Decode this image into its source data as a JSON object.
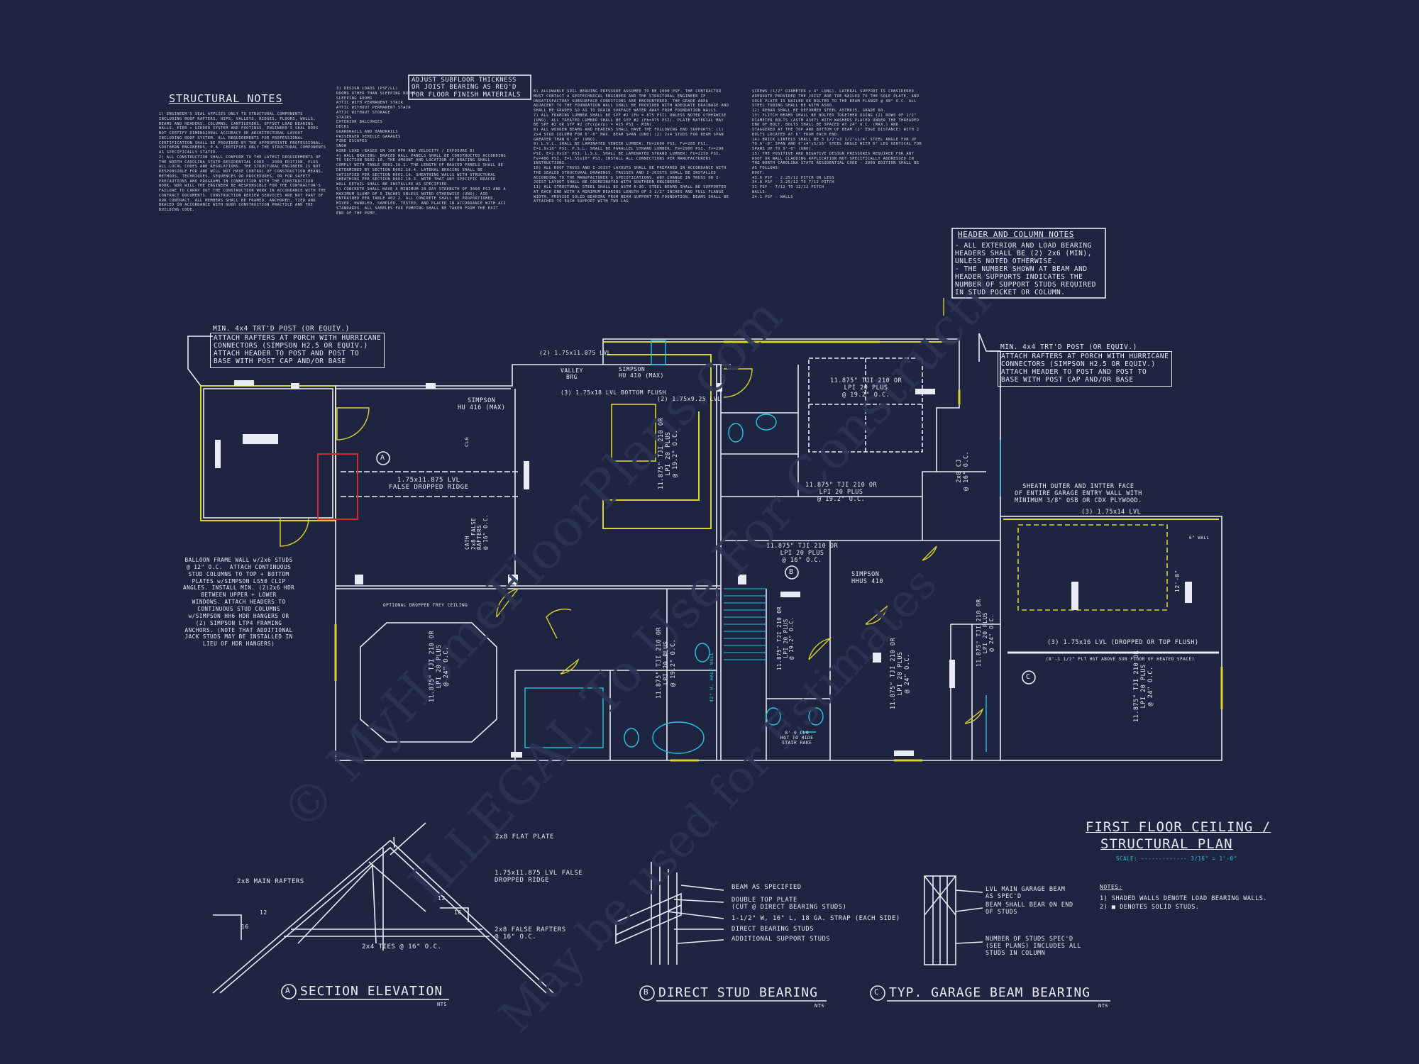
{
  "watermarks": [
    "© MyHomeFloorPlans.com",
    "ILLEGAL To Use For Construction",
    "May be used for Estimates"
  ],
  "colors": {
    "background": "#1f2540",
    "line": "#e8ebf3",
    "yellow": "#d9d42a",
    "cyan": "#25c6e0",
    "red": "#d42a2a"
  },
  "structural_notes": {
    "title": "STRUCTURAL NOTES",
    "col1": "1) ENGINEER'S SEAL APPLIES ONLY TO STRUCTURAL COMPONENTS INCLUDING ROOF RAFTERS, HIPS, VALLEYS, RIDGES, FLOORS, WALLS, BEAMS AND HEADERS, COLUMNS, CANTILEVERS, OFFSET LOAD BEARING WALLS, PIER + GIRDER SYSTEM AND FOOTINGS. ENGINEER'S SEAL DOES NOT CERTIFY DIMENSIONAL ACCURACY OR ARCHITECTURAL LAYOUT INCLUDING ROOF SYSTEM. ALL REQUIREMENTS FOR PROFESSIONAL CERTIFICATION SHALL BE PROVIDED BY THE APPROPRIATE PROFESSIONAL. SOUTHERN ENGINEERS, P.A. CERTIFIES ONLY THE STRUCTURAL COMPONENTS AS SPECIFICALLY STATED.\n2) ALL CONSTRUCTION SHALL CONFORM TO THE LATEST REQUIREMENTS OF THE NORTH CAROLINA STATE RESIDENTIAL CODE - 2009 EDITION, PLUS ALL LOCAL CODES AND REGULATIONS. THE STRUCTURAL ENGINEER IS NOT RESPONSIBLE FOR AND WILL NOT HAVE CONTROL OF CONSTRUCTION MEANS, METHODS, TECHNIQUES, SEQUENCES OR PROCEDURES, OR FOR SAFETY PRECAUTIONS AND PROGRAMS IN CONNECTION WITH THE CONSTRUCTION WORK, NOR WILL THE ENGINEER BE RESPONSIBLE FOR THE CONTRACTOR'S FAILURE TO CARRY OUT THE CONSTRUCTION WORK IN ACCORDANCE WITH THE CONTRACT DOCUMENTS. CONSTRUCTION REVIEW SERVICES ARE NOT PART OF OUR CONTRACT. ALL MEMBERS SHALL BE FRAMED, ANCHORED, TIED AND BRACED IN ACCORDANCE WITH GOOD CONSTRUCTION PRACTICE AND THE BUILDING CODE.",
    "col2": "3) DESIGN LOADS (PSF/LL)\nROOMS OTHER THAN SLEEPING ROOMS\nSLEEPING ROOMS\nATTIC WITH PERMANENT STAIR\nATTIC WITHOUT PERMANENT STAIR\nATTIC WITHOUT STORAGE\nSTAIRS\nEXTERIOR BALCONIES\nDECKS\nGUARDRAILS AND HANDRAILS\nPASSENGER VEHICLE GARAGES\nFIRE ESCAPES\nSNOW\nWIND LOAD (BASED ON 100 MPH AND VELOCITY / EXPOSURE B)\n4) WALL BRACING: BRACED WALL PANELS SHALL BE CONSTRUCTED ACCORDING TO SECTION R602.10. THE AMOUNT AND LOCATION OF BRACING SHALL COMPLY WITH TABLE R602.10.1. THE LENGTH OF BRACED PANELS SHALL BE DETERMINED BY SECTION R602.10.4. LATERAL BRACING SHALL BE SATISFIED PER SECTION R602.10. SHEATHING WALLS WITH STRUCTURAL SHEATHING PER SECTION R602.10.3. NOTE THAT ANY SPECIFIC BRACED WALL DETAIL SHALL BE INSTALLED AS SPECIFIED.\n5) CONCRETE SHALL HAVE A MINIMUM 28 DAY STRENGTH OF 3000 PSI AND A MAXIMUM SLUMP OF 5 INCHES UNLESS NOTED OTHERWISE (UNO). AIR ENTRAINED PER TABLE 402.2. ALL CONCRETE SHALL BE PROPORTIONED, MIXED, HANDLED, SAMPLED, TESTED, AND PLACED IN ACCORDANCE WITH ACI STANDARDS. ALL SAMPLES FOR PUMPING SHALL BE TAKEN FROM THE EXIT END OF THE PUMP.",
    "col3": "6) ALLOWABLE SOIL BEARING PRESSURE ASSUMED TO BE 2000 PSF. THE CONTRACTOR MUST CONTACT A GEOTECHNICAL ENGINEER AND THE STRUCTURAL ENGINEER IF UNSATISFACTORY SUBSURFACE CONDITIONS ARE ENCOUNTERED. THE GRADE AREA ADJACENT TO THE FOUNDATION WALL SHALL BE PROVIDED WITH ADEQUATE DRAINAGE AND SHALL BE GRADED SO AS TO DRAIN SURFACE WATER AWAY FROM FOUNDATION WALLS.\n7) ALL FRAMING LUMBER SHALL BE SPF #2 (Fb = 875 PSI) UNLESS NOTED OTHERWISE (UNO). ALL TREATED LUMBER SHALL BE SYP #2 (Fb=975 PSI). PLATE MATERIAL MAY BE SPF #2 OR SYP #2 (Fc(perp) = 425 PSI - MIN).\n8) ALL WOODEN BEAMS AND HEADERS SHALL HAVE THE FOLLOWING END SUPPORTS: (1) 2x4 STUD COLUMN FOR 6'-0\" MAX. BEAM SPAN (UNO) (2) 2x4 STUDS FOR BEAM SPAN GREATER THAN 6'-0\" (UNO).\n9) L.V.L. SHALL BE LAMINATED VENEER LUMBER: Fb=2600 PSI, Fv=285 PSI, E=1.9x10⁶ PSI. P.S.L. SHALL BE PARALLEL STRAND LUMBER: Fb=2900 PSI, Fv=290 PSI, E=2.0x10⁶ PSI. L.S.L. SHALL BE LAMINATED STRAND LUMBER: Fb=2250 PSI, Fv=400 PSI, E=1.55x10⁶ PSI. INSTALL ALL CONNECTIONS PER MANUFACTURERS INSTRUCTIONS.\n10) ALL ROOF TRUSS AND I-JOIST LAYOUTS SHALL BE PREPARED IN ACCORDANCE WITH THE SEALED STRUCTURAL DRAWINGS. TRUSSES AND I-JOISTS SHALL BE INSTALLED ACCORDING TO THE MANUFACTURER'S SPECIFICATIONS. ANY CHANGE IN TRUSS OR I-JOIST LAYOUT SHALL BE COORDINATED WITH SOUTHERN ENGINEERS.\n11) ALL STRUCTURAL STEEL SHALL BE ASTM A-36. STEEL BEAMS SHALL BE SUPPORTED AT EACH END WITH A MINIMUM BEARING LENGTH OF 3 1/2\" INCHES AND FULL FLANGE WIDTH. PROVIDE SOLID BEARING FROM BEAM SUPPORT TO FOUNDATION. BEAMS SHALL BE ATTACHED TO EACH SUPPORT WITH TWO LAG",
    "col4": "SCREWS (1/2\" DIAMETER x 4\" LONG). LATERAL SUPPORT IS CONSIDERED ADEQUATE PROVIDED THE JOIST ARE TOE NAILED TO THE SOLE PLATE, AND SOLE PLATE IS NAILED OR BOLTED TO THE BEAM FLANGE @ 48\" O.C. ALL STEEL TUBING SHALL BE ASTM A500.\n12) REBAR SHALL BE DEFORMED STEEL ASTM615, GRADE 60.\n13) FLITCH BEAMS SHALL BE BOLTED TOGETHER USING (2) ROWS OF 1/2\" DIAMETER BOLTS (ASTM A307) WITH WASHERS PLACED UNDER THE THREADED END OF BOLT. BOLTS SHALL BE SPACED AT 24\" O.C. (MAX.) AND STAGGERED AT THE TOP AND BOTTOM OF BEAM (2\" EDGE DISTANCE) WITH 2 BOLTS LOCATED AT 6\" FROM EACH END.\n14) BRICK LINTELS SHALL BE 3 1/2\"x3 1/2\"x1/4\" STEEL ANGLE FOR UP TO 6'-0\" SPAN AND 6\"x4\"x5/16\" STEEL ANGLE WITH 6\" LEG VERTICAL FOR SPANS UP TO 9'-0\" (UNO).\n15) THE POSITIVE AND NEGATIVE DESIGN PRESSURES REQUIRED FOR ANY ROOF OR WALL CLADDING APPLICATION NOT SPECIFICALLY ADDRESSED IN THE NORTH CAROLINA STATE RESIDENTIAL CODE - 2009 EDITION SHALL BE AS FOLLOWS:\nROOF:\n43.6 PSF - 2.25/12 PITCH OR LESS\n34.8 PSF - 2.25/12 TO 7/12 PITCH\n31 PSF - 7/12 TO 12/12 PITCH\nWALLS:\n24.1 PSF - WALLS"
  },
  "subfloor_note": "ADJUST SUBFLOOR THICKNESS\nOR JOIST BEARING AS REQ'D\nFOR FLOOR FINISH MATERIALS",
  "header_column_notes": {
    "title": "HEADER AND COLUMN NOTES",
    "body": "- ALL EXTERIOR AND LOAD BEARING\nHEADERS SHALL BE (2) 2x6 (MIN),\nUNLESS NOTED OTHERWISE.\n- THE NUMBER SHOWN AT BEAM AND\nHEADER SUPPORTS INDICATES THE\nNUMBER OF SUPPORT STUDS REQUIRED\nIN STUD POCKET OR COLUMN."
  },
  "porch_notes": {
    "left_head": "MIN. 4x4 TRT'D POST (OR EQUIV.)",
    "left_body": "ATTACH RAFTERS AT PORCH WITH HURRICANE\nCONNECTORS (SIMPSON H2.5 OR EQUIV.)\nATTACH HEADER TO POST AND POST TO\nBASE WITH POST CAP AND/OR BASE",
    "right_head": "MIN. 4x4 TRT'D POST (OR EQUIV.)",
    "right_body": "ATTACH RAFTERS AT PORCH WITH HURRICANE\nCONNECTORS (SIMPSON H2.5 OR EQUIV.)\nATTACH HEADER TO POST AND POST TO\nBASE WITH POST CAP AND/OR BASE"
  },
  "balloon_note": "BALLOON FRAME WALL w/2x6 STUDS\n@ 12\" O.C.  ATTACH CONTINUOUS\nSTUD COLUMNS TO TOP + BOTTOM\nPLATES w/SIMPSON LS50 CLIP\nANGLES. INSTALL MIN. (2)2x6 HDR\nBETWEEN UPPER + LOWER\nWINDOWS. ATTACH HEADERS TO\nCONTINUOUS STUD COLUMNS\nw/SIMPSON HH6 HDR HANGERS OR\n(2) SIMPSON LTP4 FRAMING\nANCHORS. (NOTE THAT ADDITIONAL\nJACK STUDS MAY BE INSTALLED IN\nLIEU OF HDR HANGERS)",
  "plan_labels": {
    "lvl_top": "(2) 1.75x11.875 LVL",
    "valley": "VALLEY\nBRG",
    "simpson_hu410": "SIMPSON\nHU 410 (MAX)",
    "lvl_flush": "(3) 1.75x18 LVL BOTTOM FLUSH",
    "lvl_925": "(2) 1.75x9.25 LVL",
    "simpson_hu416": "SIMPSON\nHU 416 (MAX)",
    "false_ridge": "1.75x11.875 LVL\nFALSE DROPPED RIDGE",
    "tji_a": "11.875\" TJI 210 OR\nLPI 20 PLUS\n@ 19.2\" O.C.",
    "tji_b": "11.875\" TJI 210 OR\nLPI 20 PLUS\n@ 19.2\" O.C.",
    "tji_c": "11.875\" TJI 210 OR\nLPI 20 PLUS\n@ 19.2\" O.C.",
    "tji_d": "11.875\" TJI 210 OR\nLPI 20 PLUS\n@ 16\" O.C.",
    "tji_kitchen": "11.875\" TJI 210 OR\nLPI 20 PLUS\n@ 19.2\" O.C.",
    "tji_dining": "11.875\" TJI 210 OR\nLPI 20 PLUS\n@ 24\" O.C.",
    "tji_hall": "11.875\" TJI 210 OR\nLPI 20 PLUS\n@ 19.2\" O.C.",
    "tji_bed": "11.875\" TJI 210 OR\nLPI 20 PLUS\n@ 24\" O.C.",
    "tji_garage": "11.875\" TJI 210 OR\nLPI 20 PLUS\n@ 24\" O.C.",
    "tji_garage2": "11.875\" TJI 210 OR\nLPI 20 PLUS\n@ 24\" O.C.",
    "cath_rafters": "CATH\n2x8 FALSE\nRAFTERS\n@ 16\" O.C.",
    "clg": "CLG",
    "cj_2x8": "2x8 CJ\n@ 16\" O.C.",
    "sheath_note": "SHEATH OUTER AND INTTER FACE\nOF ENTIRE GARAGE ENTRY WALL WITH\nMINIMUM 3/8\" OSB OR CDX PLYWOOD.",
    "lvl_garage14": "(3) 1.75x14 LVL",
    "lvl_garage16": "(3) 1.75x16 LVL (DROPPED OR TOP FLUSH)",
    "plt_note": "(8'-1 1/2\" PLT HGT ABOVE SUB FLOOR OF HEATED SPACE)",
    "simpson_hhus": "SIMPSON\nHHUS 410",
    "dim_12": "12'-0\"",
    "wall": "6\" WALL",
    "optional_ceiling": "OPTIONAL DROPPED TREY CEILING",
    "stair_note": "8'-0 CLG\nHGT TO HIDE\nSTAIR RAKE",
    "half_wall": "42\" H. HALF WALL",
    "tag_a": "A",
    "tag_b": "B",
    "tag_c": "C"
  },
  "title_block": {
    "title_line1": "FIRST FLOOR CEILING /",
    "title_line2": "STRUCTURAL PLAN",
    "scale": "SCALE: ------------- 3/16\" = 1'-0\"",
    "notes_head": "NOTES:",
    "notes_body": "1) SHADED WALLS DENOTE LOAD BEARING WALLS.\n2) ■ DENOTES SOLID STUDS."
  },
  "detail_a": {
    "tag": "A",
    "title": "SECTION ELEVATION",
    "nts": "NTS",
    "flat_plate": "2x8 FLAT PLATE",
    "main_rafters": "2x8 MAIN RAFTERS",
    "false_ridge": "1.75x11.875 LVL FALSE\nDROPPED RIDGE",
    "false_rafters": "2x8 FALSE RAFTERS\n@ 16\" O.C.",
    "ties": "2x4 TIES @ 16\" O.C.",
    "pitch_12a": "12",
    "pitch_12b": "12",
    "pitch_16a": "16",
    "pitch_16b": "16"
  },
  "detail_b": {
    "tag": "B",
    "title": "DIRECT STUD BEARING",
    "nts": "NTS",
    "l1": "BEAM AS SPECIFIED",
    "l2": "DOUBLE TOP PLATE\n(CUT @ DIRECT BEARING STUDS)",
    "l3": "1-1/2\" W, 16\" L, 18 GA. STRAP (EACH SIDE)",
    "l4": "DIRECT BEARING STUDS",
    "l5": "ADDITIONAL SUPPORT STUDS"
  },
  "detail_c": {
    "tag": "C",
    "title": "TYP. GARAGE BEAM BEARING",
    "nts": "NTS",
    "l1": "LVL MAIN GARAGE BEAM\nAS SPEC'D",
    "l2": "BEAM SHALL BEAR ON END\nOF STUDS",
    "l3": "NUMBER OF STUDS SPEC'D\n(SEE PLANS) INCLUDES ALL\nSTUDS IN COLUMN"
  }
}
